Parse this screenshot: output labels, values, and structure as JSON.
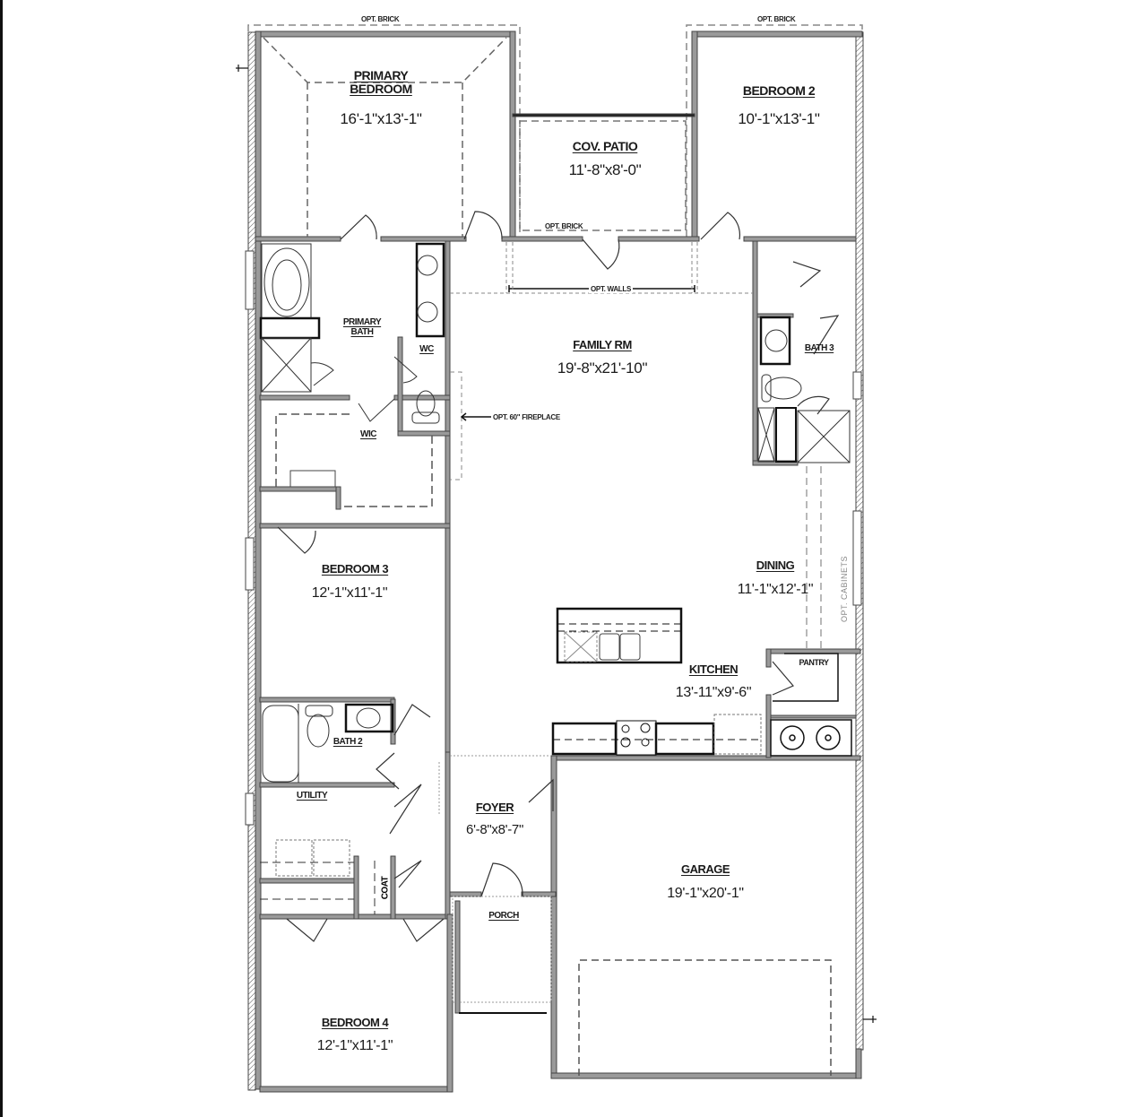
{
  "plan": {
    "rooms": [
      {
        "id": "primary-bedroom",
        "name_line1": "PRIMARY",
        "name_line2": "BEDROOM",
        "dims": "16'-1\"x13'-1\""
      },
      {
        "id": "cov-patio",
        "name": "COV. PATIO",
        "dims": "11'-8\"x8'-0\""
      },
      {
        "id": "bedroom-2",
        "name": "BEDROOM 2",
        "dims": "10'-1\"x13'-1\""
      },
      {
        "id": "primary-bath",
        "name_line1": "PRIMARY",
        "name_line2": "BATH"
      },
      {
        "id": "wc",
        "name": "WC"
      },
      {
        "id": "wic",
        "name": "WIC"
      },
      {
        "id": "family-rm",
        "name": "FAMILY RM",
        "dims": "19'-8\"x21'-10\""
      },
      {
        "id": "bath-3",
        "name": "BATH 3"
      },
      {
        "id": "dining",
        "name": "DINING",
        "dims": "11'-1\"x12'-1\""
      },
      {
        "id": "bedroom-3",
        "name": "BEDROOM 3",
        "dims": "12'-1\"x11'-1\""
      },
      {
        "id": "kitchen",
        "name": "KITCHEN",
        "dims": "13'-11\"x9'-6\""
      },
      {
        "id": "pantry",
        "name": "PANTRY"
      },
      {
        "id": "bath-2",
        "name": "BATH 2"
      },
      {
        "id": "utility",
        "name": "UTILITY"
      },
      {
        "id": "coat",
        "name": "COAT"
      },
      {
        "id": "foyer",
        "name": "FOYER",
        "dims": "6'-8\"x8'-7\""
      },
      {
        "id": "porch",
        "name": "PORCH"
      },
      {
        "id": "garage",
        "name": "GARAGE",
        "dims": "19'-1\"x20'-1\""
      },
      {
        "id": "bedroom-4",
        "name": "BEDROOM 4",
        "dims": "12'-1\"x11'-1\""
      }
    ],
    "notes": {
      "opt_brick_top_left": "OPT. BRICK",
      "opt_brick_top_right": "OPT. BRICK",
      "opt_brick_patio": "OPT. BRICK",
      "opt_walls": "OPT. WALLS",
      "opt_fireplace": "OPT. 60\" FIREPLACE",
      "opt_cabinets": "OPT. CABINETS"
    },
    "colors": {
      "wall": "#8a8a8a",
      "wall_outline": "#333333",
      "line": "#1a1a1a",
      "dashed": "#777777",
      "background": "#ffffff",
      "edge_bar": "#111111"
    }
  }
}
